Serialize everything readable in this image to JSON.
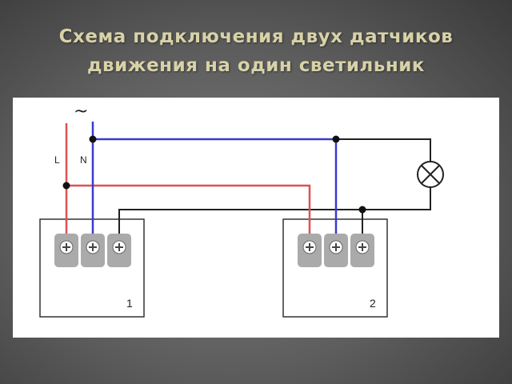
{
  "slide": {
    "title_line1": "Схема подключения двух датчиков",
    "title_line2": "движения на один светильник"
  },
  "diagram": {
    "supply_symbol": "~",
    "phase_label": "L",
    "neutral_label": "N",
    "sensor1_label": "1",
    "sensor2_label": "2",
    "lamp_icon": "lamp-icon",
    "colors": {
      "phase_wire": "#e05050",
      "neutral_wire": "#3a3ad0",
      "load_wire": "#222222",
      "terminal": "#aaaaaa"
    }
  }
}
